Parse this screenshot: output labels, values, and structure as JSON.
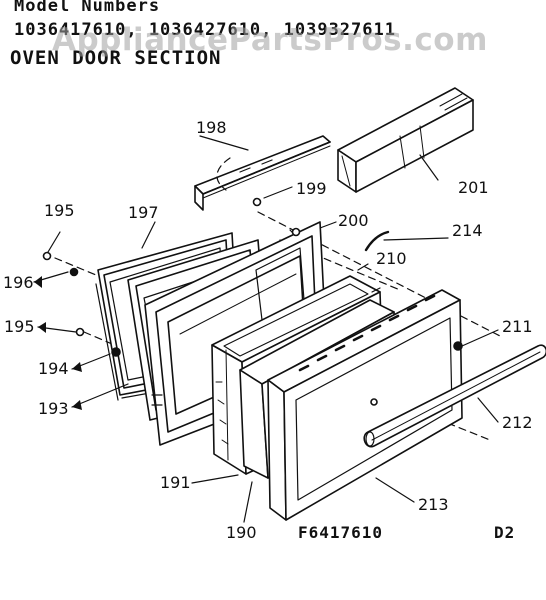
{
  "header": {
    "model_numbers_label": "Model Numbers",
    "model_numbers": "1036417610, 1036427610, 1039327611",
    "section_title": "OVEN DOOR SECTION"
  },
  "watermark": "AppliancePartsPros.com",
  "part_labels": {
    "p190": "190",
    "p191": "191",
    "p193": "193",
    "p194": "194",
    "p195a": "195",
    "p195b": "195",
    "p196": "196",
    "p197": "197",
    "p198": "198",
    "p199": "199",
    "p200": "200",
    "p201": "201",
    "p210": "210",
    "p211": "211",
    "p212": "212",
    "p213": "213",
    "p214": "214"
  },
  "footer": {
    "figure_code": "F6417610",
    "page_code": "D2"
  }
}
